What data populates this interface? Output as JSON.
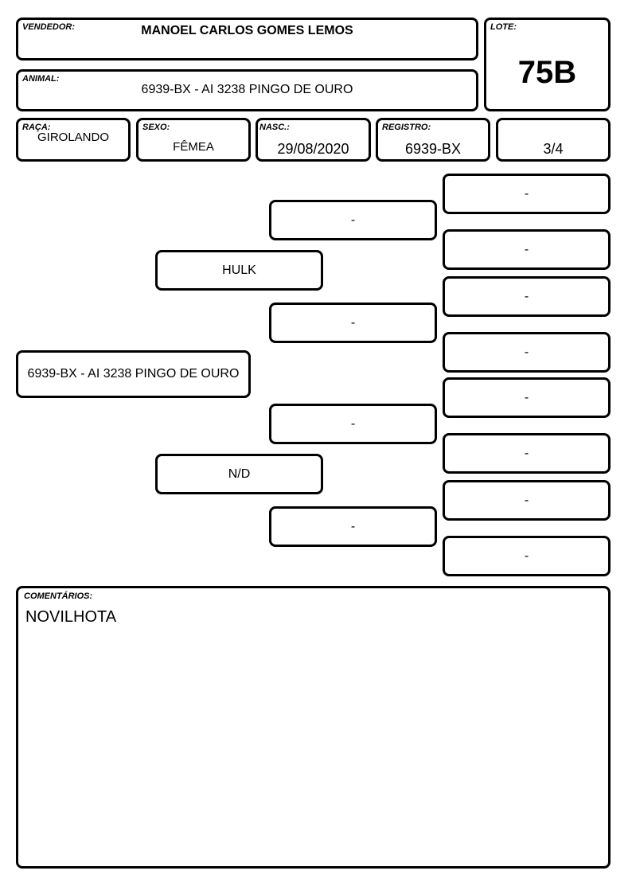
{
  "header": {
    "vendedor_label": "VENDEDOR:",
    "vendedor": "MANOEL CARLOS GOMES LEMOS",
    "lote_label": "LOTE:",
    "lote": "75B",
    "animal_label": "ANIMAL:",
    "animal": "6939-BX - AI 3238 PINGO DE OURO"
  },
  "info": {
    "raca_label": "RAÇA:",
    "raca": "GIROLANDO",
    "sexo_label": "SEXO:",
    "sexo": "FÊMEA",
    "nasc_label": "NASC.:",
    "nasc": "29/08/2020",
    "registro_label": "REGISTRO:",
    "registro": "6939-BX",
    "grau": "3/4"
  },
  "pedigree": {
    "animal": "6939-BX - AI 3238 PINGO DE OURO",
    "pai": "HULK",
    "mae": "N/D",
    "avos": [
      "-",
      "-",
      "-",
      "-"
    ],
    "bisavos": [
      "-",
      "-",
      "-",
      "-",
      "-",
      "-",
      "-",
      "-"
    ]
  },
  "comments": {
    "label": "COMENTÁRIOS:",
    "text": "NOVILHOTA"
  }
}
